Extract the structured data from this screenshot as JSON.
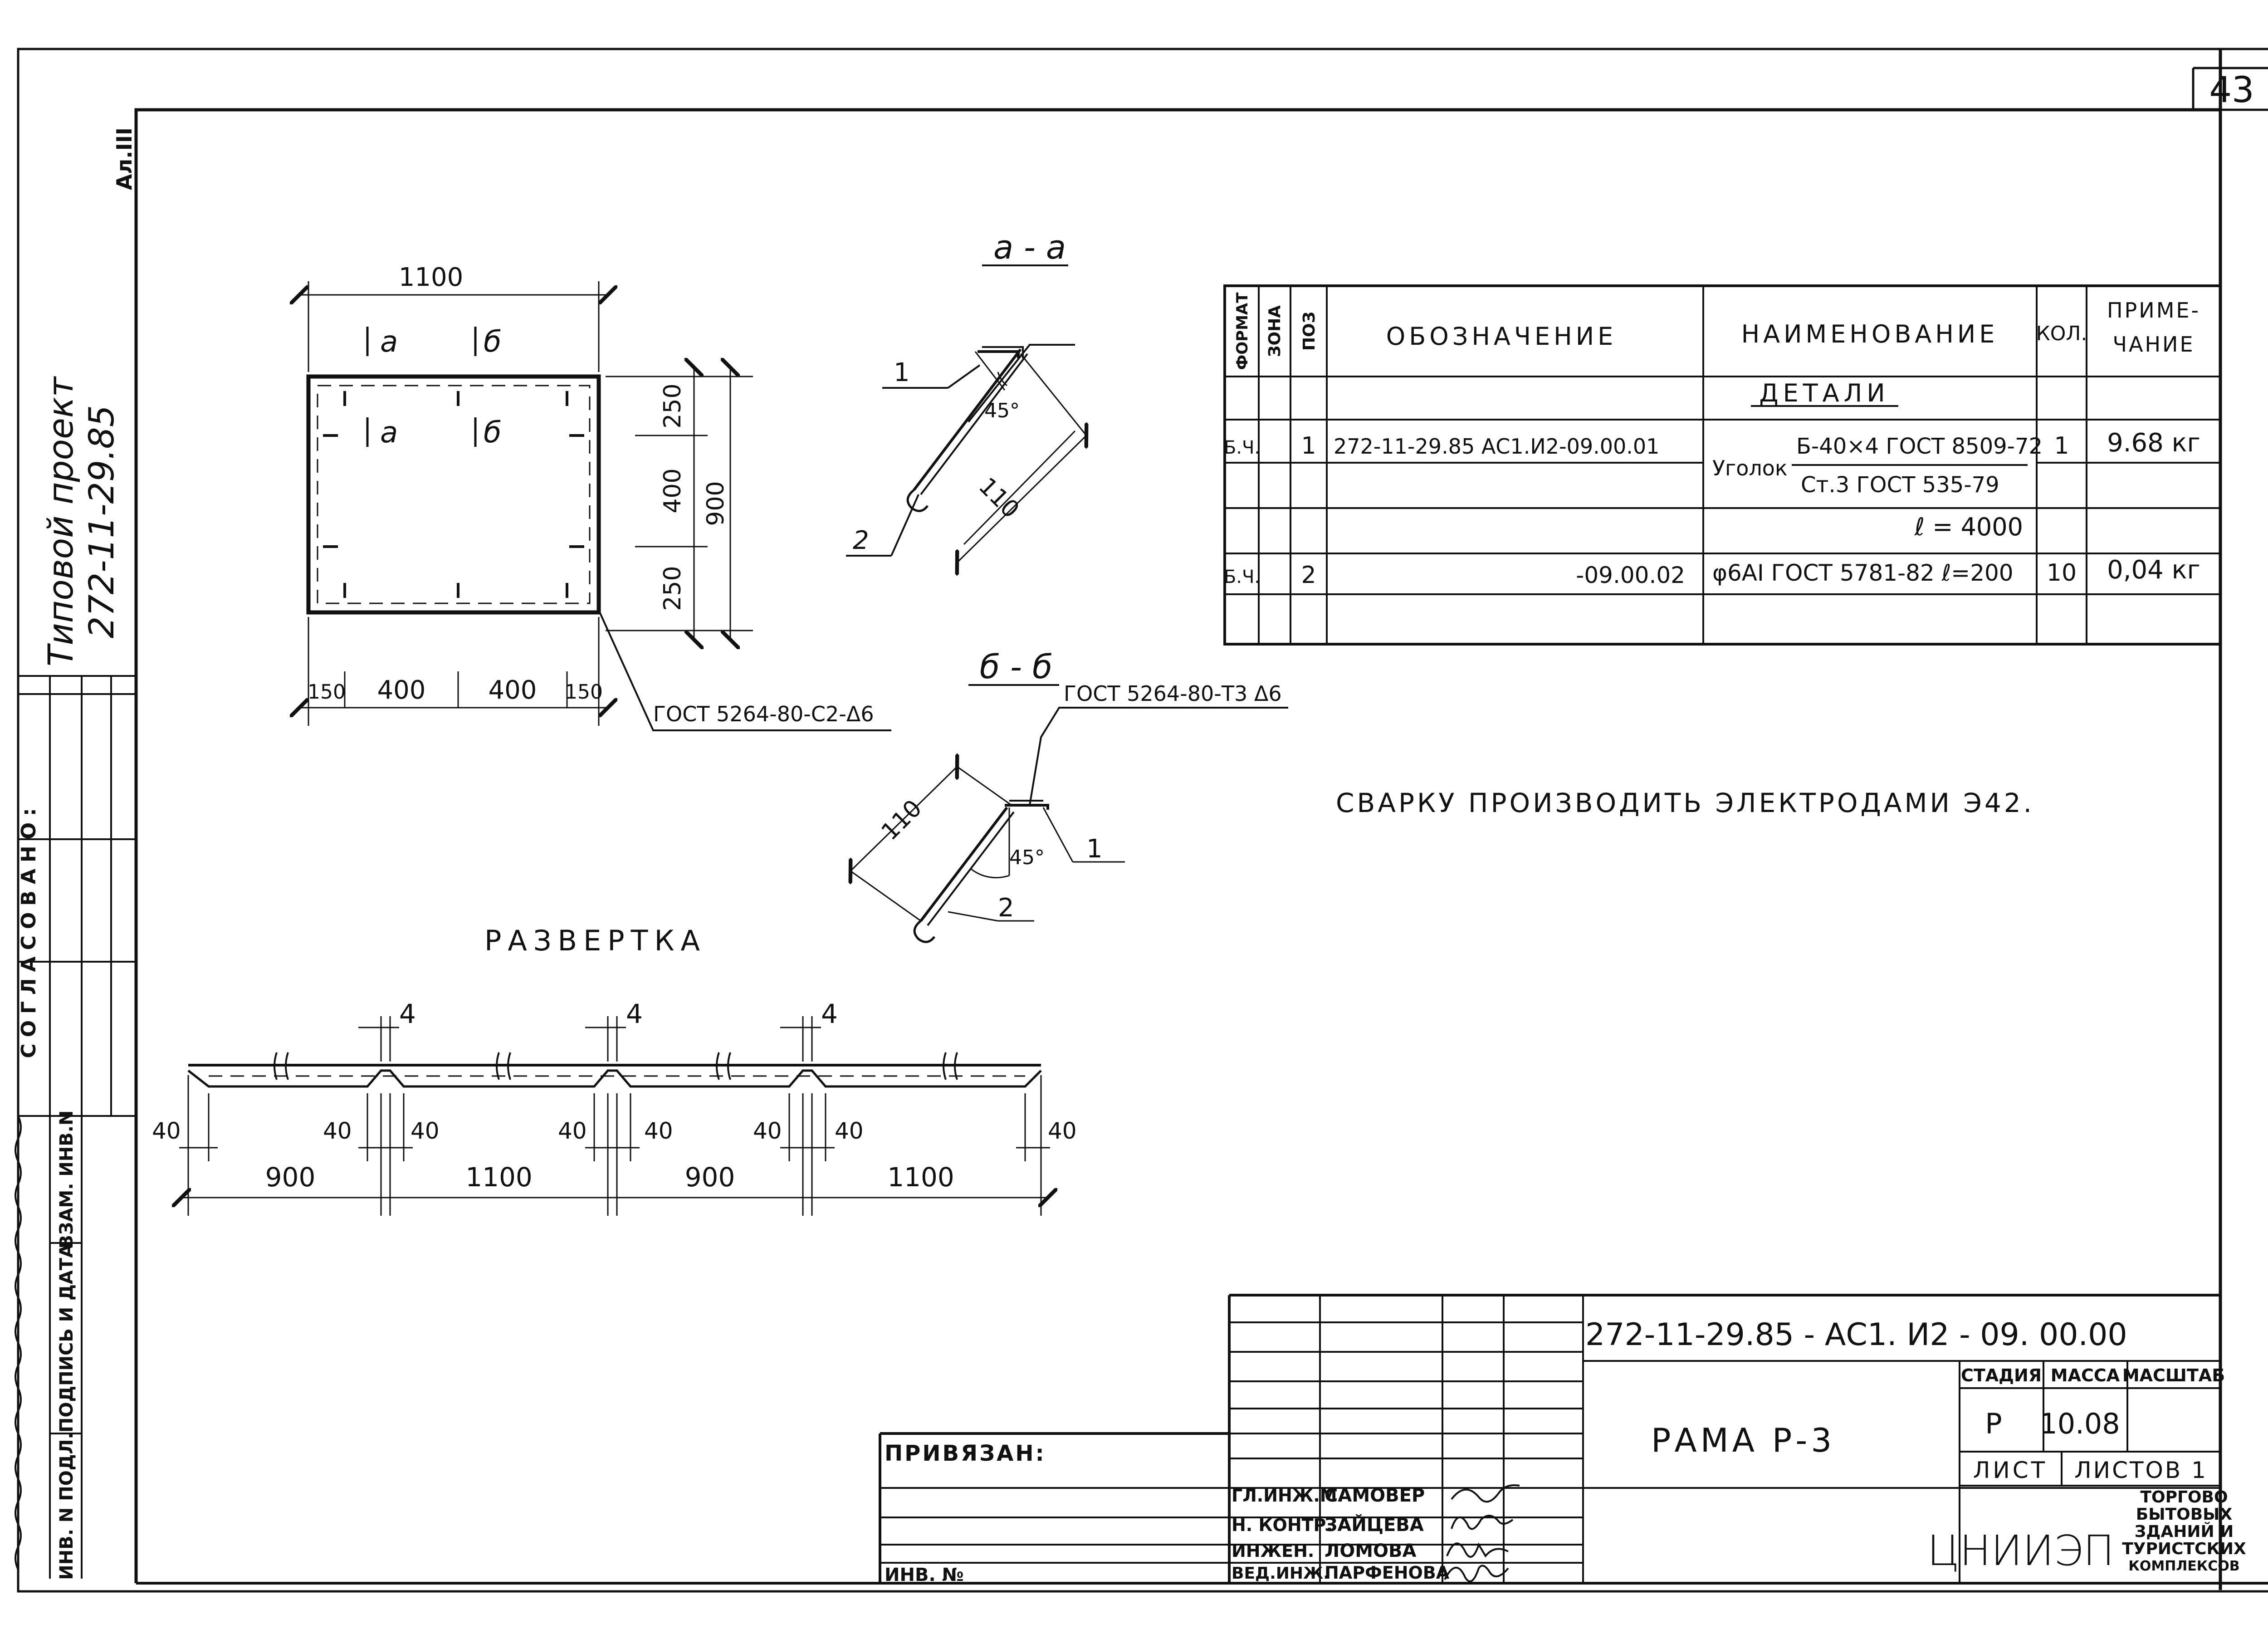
{
  "sheet_number": "43",
  "corner_mark": "Ал.III",
  "project_stamp": {
    "line1": "Типовой проект",
    "line2": "272-11-29.85"
  },
  "side_agreed": "СОГЛАСОВАНО:",
  "side_labels": {
    "vzam": "ВЗАМ. ИНВ.N",
    "podpis": "ПОДПИСЬ И ДАТА",
    "inv": "ИНВ. N ПОДЛ."
  },
  "plan_view": {
    "width": "1100",
    "cut_a_top": "а",
    "cut_b_top": "б",
    "cut_a_mid": "а",
    "cut_b_mid": "б",
    "dim_250_top": "250",
    "dim_400": "400",
    "dim_250_bottom": "250",
    "dim_900": "900",
    "bottom_150_left": "150",
    "bottom_400_left": "400",
    "bottom_400_right": "400",
    "bottom_150_right": "150",
    "weld_note": "ГОСТ 5264-80-С2-Δ6"
  },
  "section_aa": {
    "title": "а - а",
    "pos1": "1",
    "pos2": "2",
    "angle": "45°",
    "length": "110"
  },
  "section_bb": {
    "title": "б - б",
    "weld": "ГОСТ 5264-80-Т3 Δ6",
    "length": "110",
    "angle": "45°",
    "pos1": "1",
    "pos2": "2"
  },
  "note": "СВАРКУ ПРОИЗВОДИТЬ ЭЛЕКТРОДАМИ Э42.",
  "razvertka": {
    "title": "РАЗВЕРТКА",
    "top_dims": [
      "4",
      "4",
      "4"
    ],
    "small_dims": [
      "40",
      "40",
      "40",
      "40",
      "40",
      "40",
      "40",
      "40"
    ],
    "main_dims": [
      "900",
      "1100",
      "900",
      "1100"
    ]
  },
  "spec_table": {
    "headers": {
      "format": "ФОРМАТ",
      "zone": "ЗОНА",
      "pos": "ПОЗ",
      "designation": "ОБОЗНАЧЕНИЕ",
      "name": "НАИМЕНОВАНИЕ",
      "qty": "КОЛ.",
      "note_line1": "ПРИМЕ-",
      "note_line2": "ЧАНИЕ"
    },
    "section_title": "ДЕТАЛИ",
    "rows": [
      {
        "format": "Б.Ч.",
        "pos": "1",
        "designation": "272-11-29.85 АС1.И2-09.00.01",
        "name_prefix": "Уголок",
        "name_top": "Б-40×4 ГОСТ 8509-72",
        "name_bottom": "Ст.3 ГОСТ 535-79",
        "qty": "1",
        "note": "9.68 кг"
      },
      {
        "length": "ℓ = 4000"
      },
      {
        "format": "Б.Ч.",
        "pos": "2",
        "designation": "-09.00.02",
        "name": "φ6АI ГОСТ 5781-82 ℓ=200",
        "qty": "10",
        "note": "0,04 кг"
      }
    ]
  },
  "title_block": {
    "code": "272-11-29.85 - АС1. И2 - 09. 00.00",
    "title": "РАМА Р-3",
    "stage_label": "СТАДИЯ",
    "mass_label": "МАССА",
    "scale_label": "МАСШТАБ",
    "stage": "Р",
    "mass": "10.08",
    "sheet_label": "ЛИСТ",
    "sheets_label": "ЛИСТОВ 1",
    "org_logo": "ЦНИИЭП",
    "org_name": [
      "ТОРГОВО",
      "БЫТОВЫХ",
      "ЗДАНИЙ И",
      "ТУРИСТСКИХ",
      "КОМПЛЕКСОВ"
    ],
    "privyazan": "ПРИВЯЗАН:",
    "inv_no": "ИНВ. №",
    "signers": [
      {
        "role": "ГЛ.ИНЖ.М.",
        "name": "САМОВЕР"
      },
      {
        "role": "Н. КОНТР.",
        "name": "ЗАЙЦЕВА"
      },
      {
        "role": "ИНЖЕН.",
        "name": "ЛОМОВА"
      },
      {
        "role": "ВЕД.ИНЖ.",
        "name": "ПАРФЕНОВА"
      }
    ]
  }
}
